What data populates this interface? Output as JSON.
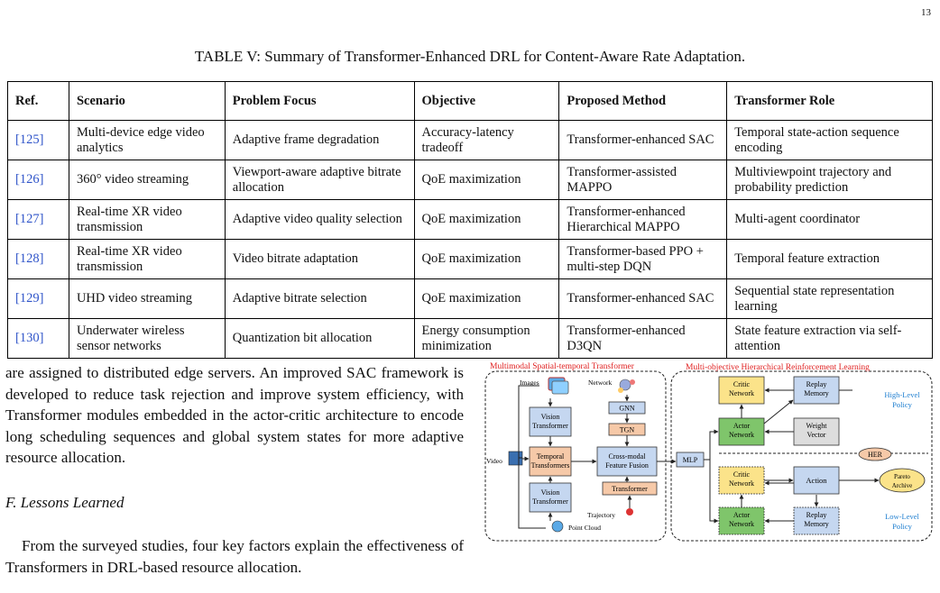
{
  "page_number": "13",
  "caption": "TABLE V: Summary of Transformer-Enhanced DRL for Content-Aware Rate Adaptation.",
  "table": {
    "headers": [
      "Ref.",
      "Scenario",
      "Problem Focus",
      "Objective",
      "Proposed Method",
      "Transformer Role"
    ],
    "rows": [
      {
        "ref": "[125]",
        "scenario": "Multi-device edge video analytics",
        "problem": "Adaptive frame degradation",
        "objective": "Accuracy-latency tradeoff",
        "method": "Transformer-enhanced SAC",
        "role": "Temporal state-action sequence encoding"
      },
      {
        "ref": "[126]",
        "scenario": "360° video streaming",
        "problem": "Viewport-aware adaptive bitrate allocation",
        "objective": "QoE maximization",
        "method": "Transformer-assisted MAPPO",
        "role": "Multiviewpoint trajectory and probability prediction"
      },
      {
        "ref": "[127]",
        "scenario": "Real-time XR video transmission",
        "problem": "Adaptive video quality selection",
        "objective": "QoE maximization",
        "method": "Transformer-enhanced Hierarchical MAPPO",
        "role": "Multi-agent coordinator"
      },
      {
        "ref": "[128]",
        "scenario": "Real-time XR video transmission",
        "problem": "Video bitrate adaptation",
        "objective": "QoE maximization",
        "method": "Transformer-based PPO + multi-step DQN",
        "role": "Temporal feature extraction"
      },
      {
        "ref": "[129]",
        "scenario": "UHD video streaming",
        "problem": "Adaptive bitrate selection",
        "objective": "QoE maximization",
        "method": "Transformer-enhanced SAC",
        "role": "Sequential state representation learning"
      },
      {
        "ref": "[130]",
        "scenario": "Underwater wireless sensor networks",
        "problem": "Quantization bit allocation",
        "objective": "Energy consumption minimization",
        "method": "Transformer-enhanced D3QN",
        "role": "State feature extraction via self-attention"
      }
    ]
  },
  "body_paragraph": "are assigned to distributed edge servers. An improved SAC framework is developed to reduce task rejection and improve system efficiency, with Transformer modules embedded in the actor-critic architecture to encode long scheduling sequences and global system states for more adaptive resource allocation.",
  "section_heading": "F.  Lessons Learned",
  "body_paragraph_2": "From the surveyed studies, four key factors explain the effectiveness of Transformers in DRL-based resource allocation.",
  "figure": {
    "left_title": "Multimodal Spatial-temporal Transformer",
    "right_title": "Multi-objective Hierarchical Reinforcement Learning",
    "images_label": "Images",
    "network_label": "Network",
    "video_label": "Video",
    "trajectory_label": "Trajectory",
    "point_cloud_label": "Point Cloud",
    "vision_transformer": "Vision Transformer",
    "temporal_transformers": "Temporal Transformers",
    "gnn": "GNN",
    "tgn": "TGN",
    "cross_modal": "Cross-modal Feature Fusion",
    "transformer": "Transformer",
    "mlp": "MLP",
    "critic_network": "Critic Network",
    "replay_memory": "Replay Memory",
    "actor_network": "Actor Network",
    "weight_vector": "Weight Vector",
    "her": "HER",
    "action": "Action",
    "pareto_archive": "Pareto Archive",
    "high_level_policy": "High-Level Policy",
    "low_level_policy": "Low-Level Policy",
    "colors": {
      "red_title": "#e02020",
      "blue_label": "#1f7fd0",
      "orange_fill": "#f6c9a8",
      "blue_fill": "#c5d7f0",
      "green_fill": "#7fc56b",
      "yellow_fill": "#fbe38a"
    }
  }
}
